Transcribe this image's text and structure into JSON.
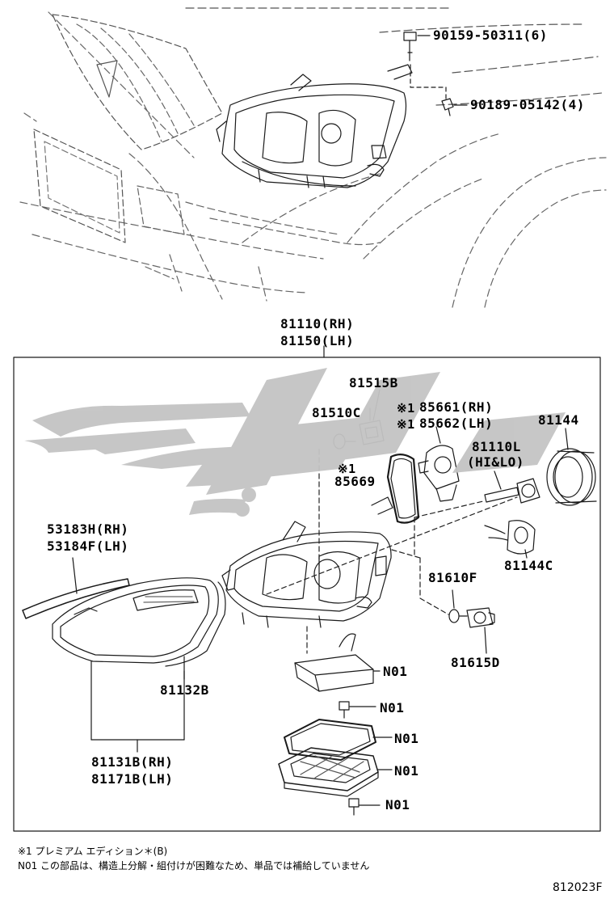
{
  "labels": {
    "bolt_top": "90159-50311(6)",
    "bolt_second": "90189-05142(4)",
    "assy_rh": "81110(RH)",
    "assy_lh": "81150(LH)",
    "socket_top": "81515B",
    "bulb_small": "81510C",
    "bulb_rh_mark": "※1",
    "bulb_rh": "85661(RH)",
    "bulb_lh_mark": "※1",
    "bulb_lh": "85662(LH)",
    "ring": "81144",
    "hid_part": "81110L",
    "hid_note": "(HI&LO)",
    "gasket_mark": "※1",
    "gasket": "85669",
    "trim_rh": "53183H(RH)",
    "trim_lh": "53184F(LH)",
    "cap": "81144C",
    "side_bulb": "81610F",
    "side_socket": "81615D",
    "ballast": "N01",
    "seal": "81132B",
    "screw_a": "N01",
    "frame": "N01",
    "cover": "N01",
    "screw_b": "N01",
    "lens_rh": "81131B(RH)",
    "lens_lh": "81171B(LH)"
  },
  "footnotes": {
    "note1": "※1 プレミアム エディション＊(B)",
    "note2": "N01 この部品は、構造上分解・組付けが困難なため、単品では補給していません"
  },
  "reference_code": "812023F",
  "colors": {
    "line": "#1a1a1a",
    "watermark": "#c4c4c4"
  }
}
